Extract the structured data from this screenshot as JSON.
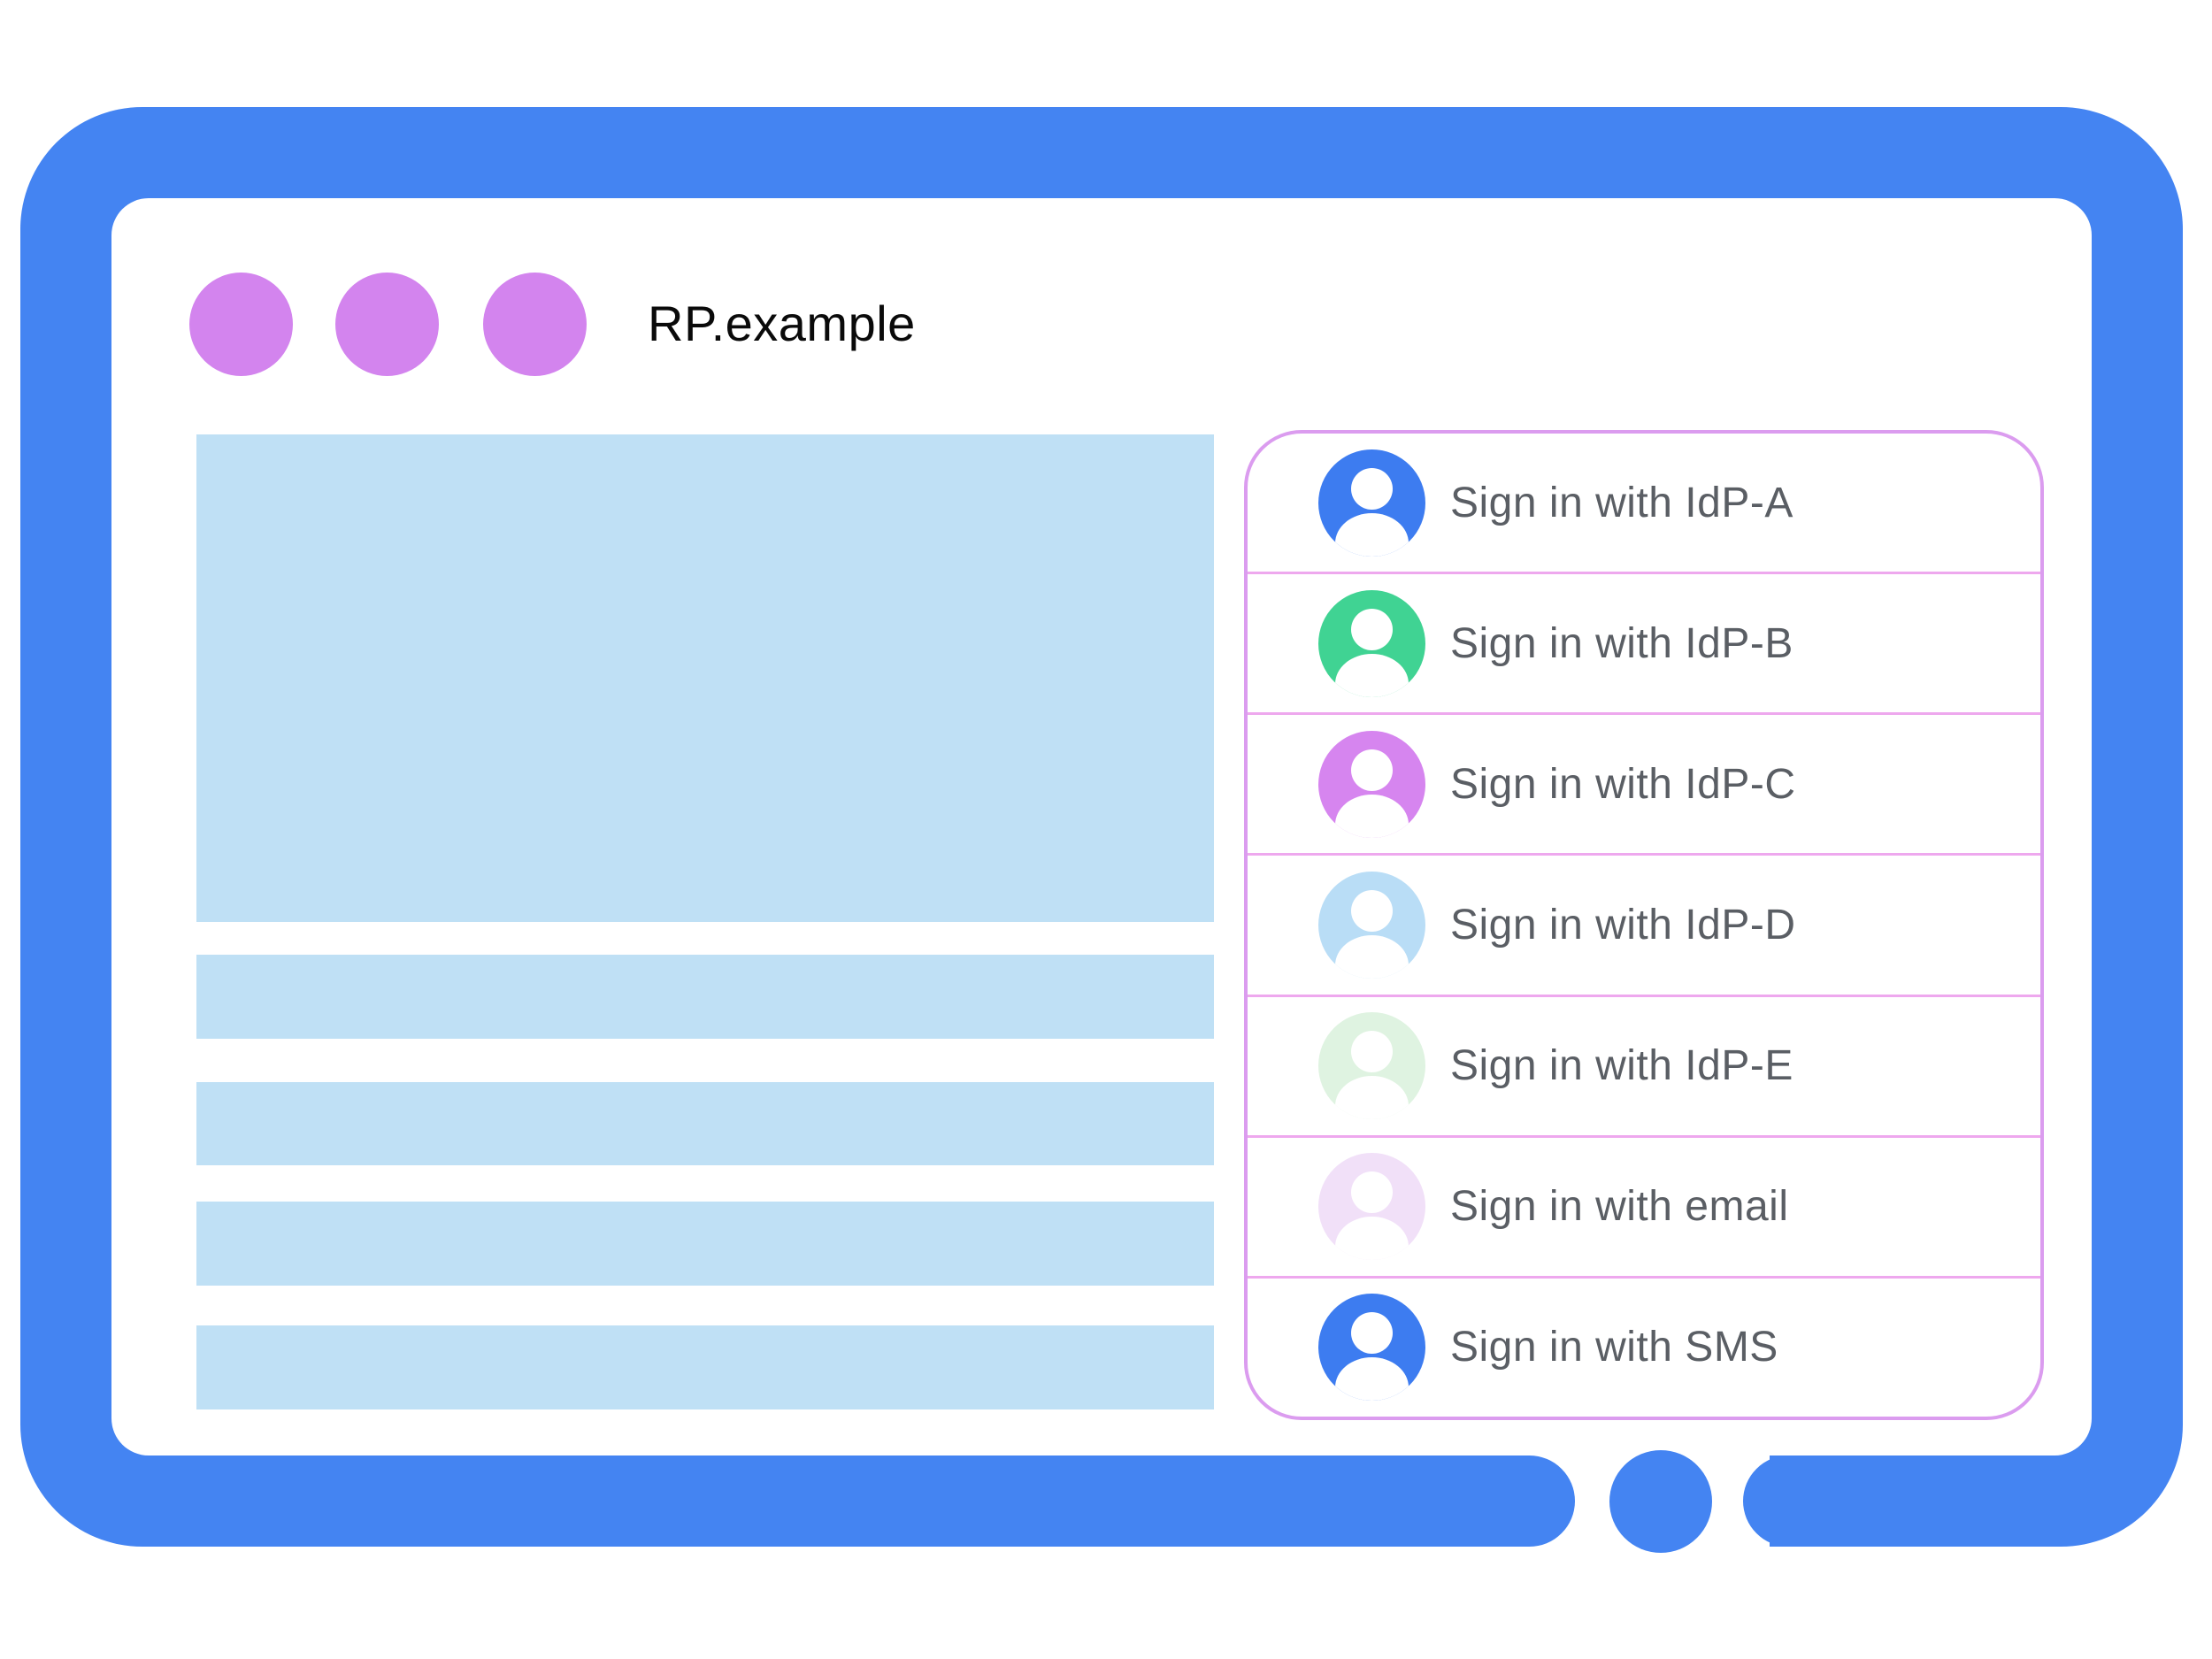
{
  "window": {
    "title": "RP.example",
    "controls_count": 3
  },
  "signin_panel": {
    "options": [
      {
        "label": "Sign in with IdP-A",
        "avatar_color": "#3D7CF0"
      },
      {
        "label": "Sign in with IdP-B",
        "avatar_color": "#40D393"
      },
      {
        "label": "Sign in with IdP-C",
        "avatar_color": "#D685EF"
      },
      {
        "label": "Sign in with IdP-D",
        "avatar_color": "#B9DDF6"
      },
      {
        "label": "Sign in with IdP-E",
        "avatar_color": "#DFF3E1"
      },
      {
        "label": "Sign in with email",
        "avatar_color": "#F1E0F8"
      },
      {
        "label": "Sign in with SMS",
        "avatar_color": "#3D7CF0"
      }
    ]
  },
  "colors": {
    "frame": "#4484F2",
    "content": "#BFE0F5",
    "dot": "#D384EE",
    "panel-border": "#DB9CEF",
    "divider": "#EEA8EE",
    "label": "#5A5E64",
    "title": "#0A0A0A"
  }
}
